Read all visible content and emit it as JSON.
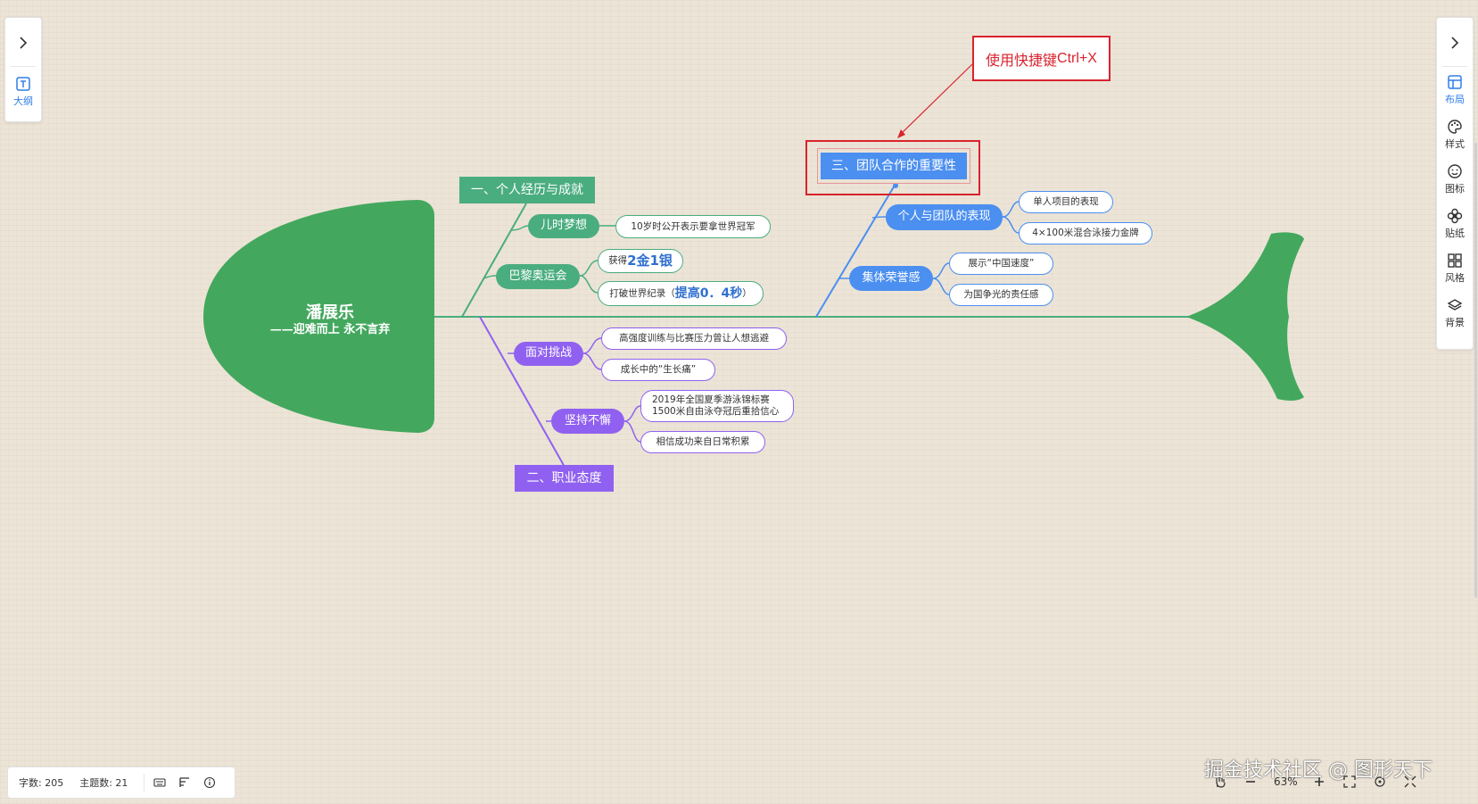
{
  "left_panel": {
    "outline_label": "大纲"
  },
  "right_panel": {
    "tools": [
      {
        "label": "布局",
        "icon": "layout-icon"
      },
      {
        "label": "样式",
        "icon": "palette-icon"
      },
      {
        "label": "图标",
        "icon": "smile-icon"
      },
      {
        "label": "贴纸",
        "icon": "sticker-icon"
      },
      {
        "label": "风格",
        "icon": "grid-icon"
      },
      {
        "label": "背景",
        "icon": "layers-icon"
      }
    ]
  },
  "mindmap": {
    "central": {
      "title": "潘展乐",
      "subtitle": "——迎难而上 永不言弃",
      "color": "#43a85e"
    },
    "branch1": {
      "label": "一、个人经历与成就",
      "color": "#4aad7f",
      "sub1": {
        "label": "儿时梦想",
        "leaves": [
          "10岁时公开表示要拿世界冠军"
        ]
      },
      "sub2": {
        "label": "巴黎奥运会",
        "leaf1_pre": "获得",
        "leaf1_hl": "2金1银",
        "leaf2_pre": "打破世界纪录（",
        "leaf2_hl": "提高0．4秒",
        "leaf2_post": "）"
      }
    },
    "branch2": {
      "label": "二、职业态度",
      "color": "#9061f0",
      "sub1": {
        "label": "面对挑战",
        "leaves": [
          "高强度训练与比赛压力曾让人想逃避",
          "成长中的“生长痛”"
        ]
      },
      "sub2": {
        "label": "坚持不懈",
        "leaf1_line1": "2019年全国夏季游泳锦标赛",
        "leaf1_line2": "1500米自由泳夺冠后重拾信心",
        "leaf2": "相信成功来自日常积累"
      }
    },
    "branch3": {
      "label": "三、团队合作的重要性",
      "color": "#4b8ff0",
      "sub1": {
        "label": "个人与团队的表现",
        "leaves": [
          "单人项目的表现",
          "4×100米混合泳接力金牌"
        ]
      },
      "sub2": {
        "label": "集体荣誉感",
        "leaves": [
          "展示“中国速度”",
          "为国争光的责任感"
        ]
      }
    }
  },
  "annotation": {
    "text_pre": "使用快捷键",
    "text_key": "Ctrl+X",
    "color": "#d9232e"
  },
  "status": {
    "word_count": "字数: 205",
    "topic_count": "主题数: 21"
  },
  "zoom": {
    "level": "63%"
  },
  "watermark": "掘金技术社区 @ 图形天下"
}
